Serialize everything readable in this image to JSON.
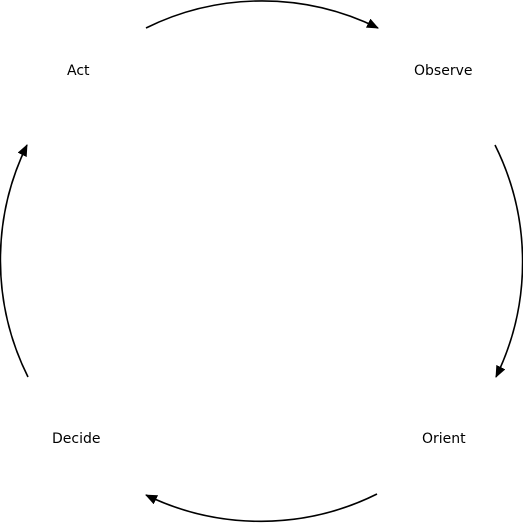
{
  "diagram": {
    "nodes": {
      "act": "Act",
      "observe": "Observe",
      "orient": "Orient",
      "decide": "Decide"
    },
    "colors": {
      "stroke": "#000000",
      "background": "#ffffff"
    }
  }
}
